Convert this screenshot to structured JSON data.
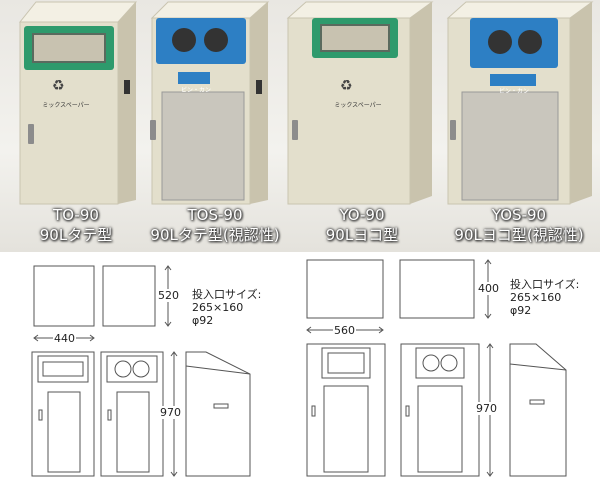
{
  "products": [
    {
      "model": "TO-90",
      "desc": "90Lタテ型",
      "label": "ミックスペーパー"
    },
    {
      "model": "TOS-90",
      "desc": "90Lタテ型(視認性)",
      "label": "ビン・カン"
    },
    {
      "model": "YO-90",
      "desc": "90Lヨコ型",
      "label": "ミックスペーパー"
    },
    {
      "model": "YOS-90",
      "desc": "90Lヨコ型(視認性)",
      "label": "ビン・カン"
    }
  ],
  "tate": {
    "width": "440",
    "depth": "520",
    "height": "970",
    "spec": [
      "投入口サイズ:",
      "265×160",
      "φ92"
    ]
  },
  "yoko": {
    "width": "560",
    "depth": "400",
    "height": "970",
    "spec": [
      "投入口サイズ:",
      "265×160",
      "φ92"
    ]
  },
  "colors": {
    "body": "#ddd8c4",
    "green_frame": "#2e9a6c",
    "blue_frame": "#2d7fc4",
    "background": "#ece9e3"
  }
}
